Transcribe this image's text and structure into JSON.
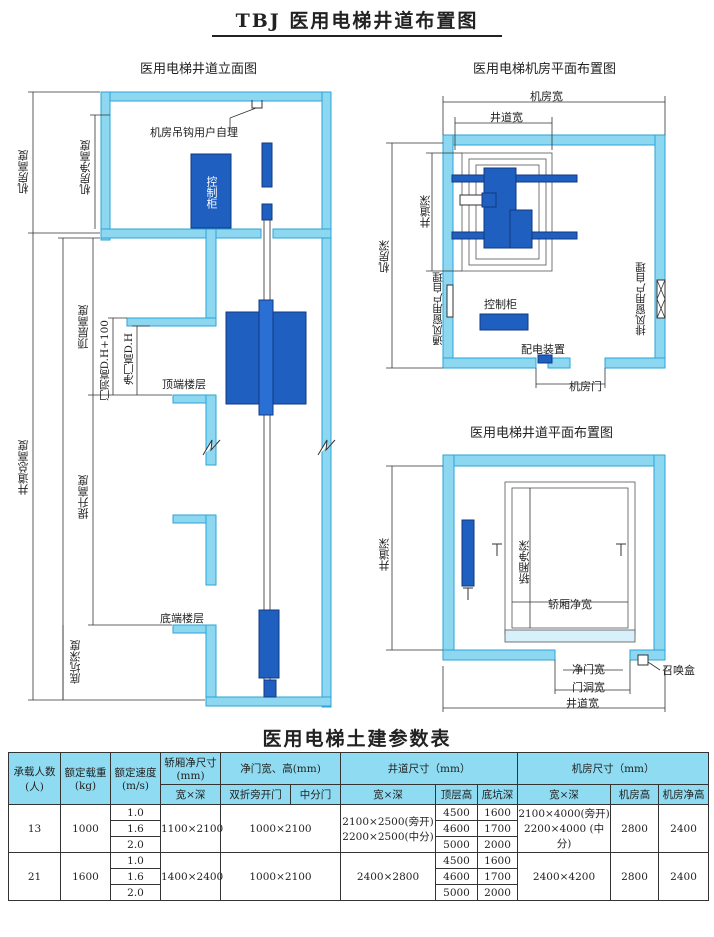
{
  "page_title": "TBJ 医用电梯井道布置图",
  "colors": {
    "wall": "#8dd7f0",
    "equipment": "#1f5fc0",
    "wall_stroke": "#2aa6d8",
    "header_bg": "#8fdcf2"
  },
  "elevation": {
    "title": "医用电梯井道立面图",
    "hook_label": "机房吊钩用户自理",
    "cabinet_label": "控制柜",
    "dim_machine_room_height": "机房高度",
    "dim_machine_room_clear_height": "机房净高度",
    "dim_shaft_total_height": "井道总高度",
    "dim_overhead_height": "顶层高度",
    "dim_door_opening_height": "门洞高D.H+100",
    "dim_clear_door_height": "净门高D.H",
    "dim_travel_height": "提升高度",
    "dim_pit_depth": "底坑深度",
    "label_top_floor": "顶端楼层",
    "label_bottom_floor": "底端楼层"
  },
  "machine_room_plan": {
    "title": "医用电梯机房平面布置图",
    "dim_room_width": "机房宽",
    "dim_shaft_width": "井道宽",
    "dim_shaft_depth": "井道深",
    "dim_room_depth": "机房深",
    "vent_left": "通风窗用户自理",
    "vent_right": "排风窗用户自理",
    "cabinet_label": "控制柜",
    "power_label": "配电装置",
    "door_label": "机房门"
  },
  "shaft_plan": {
    "title": "医用电梯井道平面布置图",
    "dim_shaft_depth": "井道深",
    "dim_car_clear_depth": "轿厢净深",
    "dim_car_clear_width": "轿厢净宽",
    "dim_clear_door_width": "净门宽",
    "dim_door_opening_width": "门洞宽",
    "dim_shaft_width": "井道宽",
    "call_box": "召唤盒"
  },
  "table": {
    "title": "医用电梯土建参数表",
    "headers": {
      "capacity": "承载人数(人)",
      "load": "额定载重(kg)",
      "speed": "额定速度(m/s)",
      "car_size": "轿厢净尺寸(mm)",
      "door": "净门宽、高(mm)",
      "shaft": "井道尺寸（mm）",
      "room": "机房尺寸（mm）",
      "wxd": "宽×深",
      "door_side": "双折旁开门",
      "door_center": "中分门",
      "overhead": "顶层高",
      "pit": "底坑深",
      "room_height": "机房高",
      "room_clear": "机房净高"
    },
    "rows": [
      {
        "capacity": "13",
        "load": "1000",
        "speeds": [
          "1.0",
          "1.6",
          "2.0"
        ],
        "car": "1100×2100",
        "door": "1000×2100",
        "shaft": [
          "2100×2500(旁开)",
          "2200×2500(中分)"
        ],
        "overheads": [
          "4500",
          "4600",
          "5000"
        ],
        "pits": [
          "1600",
          "1700",
          "2000"
        ],
        "room": [
          "2100×4000(旁开)",
          "2200×4000 (中分)"
        ],
        "room_height": "2800",
        "room_clear": "2400"
      },
      {
        "capacity": "21",
        "load": "1600",
        "speeds": [
          "1.0",
          "1.6",
          "2.0"
        ],
        "car": "1400×2400",
        "door": "1000×2100",
        "shaft": [
          "2400×2800"
        ],
        "overheads": [
          "4500",
          "4600",
          "5000"
        ],
        "pits": [
          "1600",
          "1700",
          "2000"
        ],
        "room": [
          "2400×4200"
        ],
        "room_height": "2800",
        "room_clear": "2400"
      }
    ]
  }
}
